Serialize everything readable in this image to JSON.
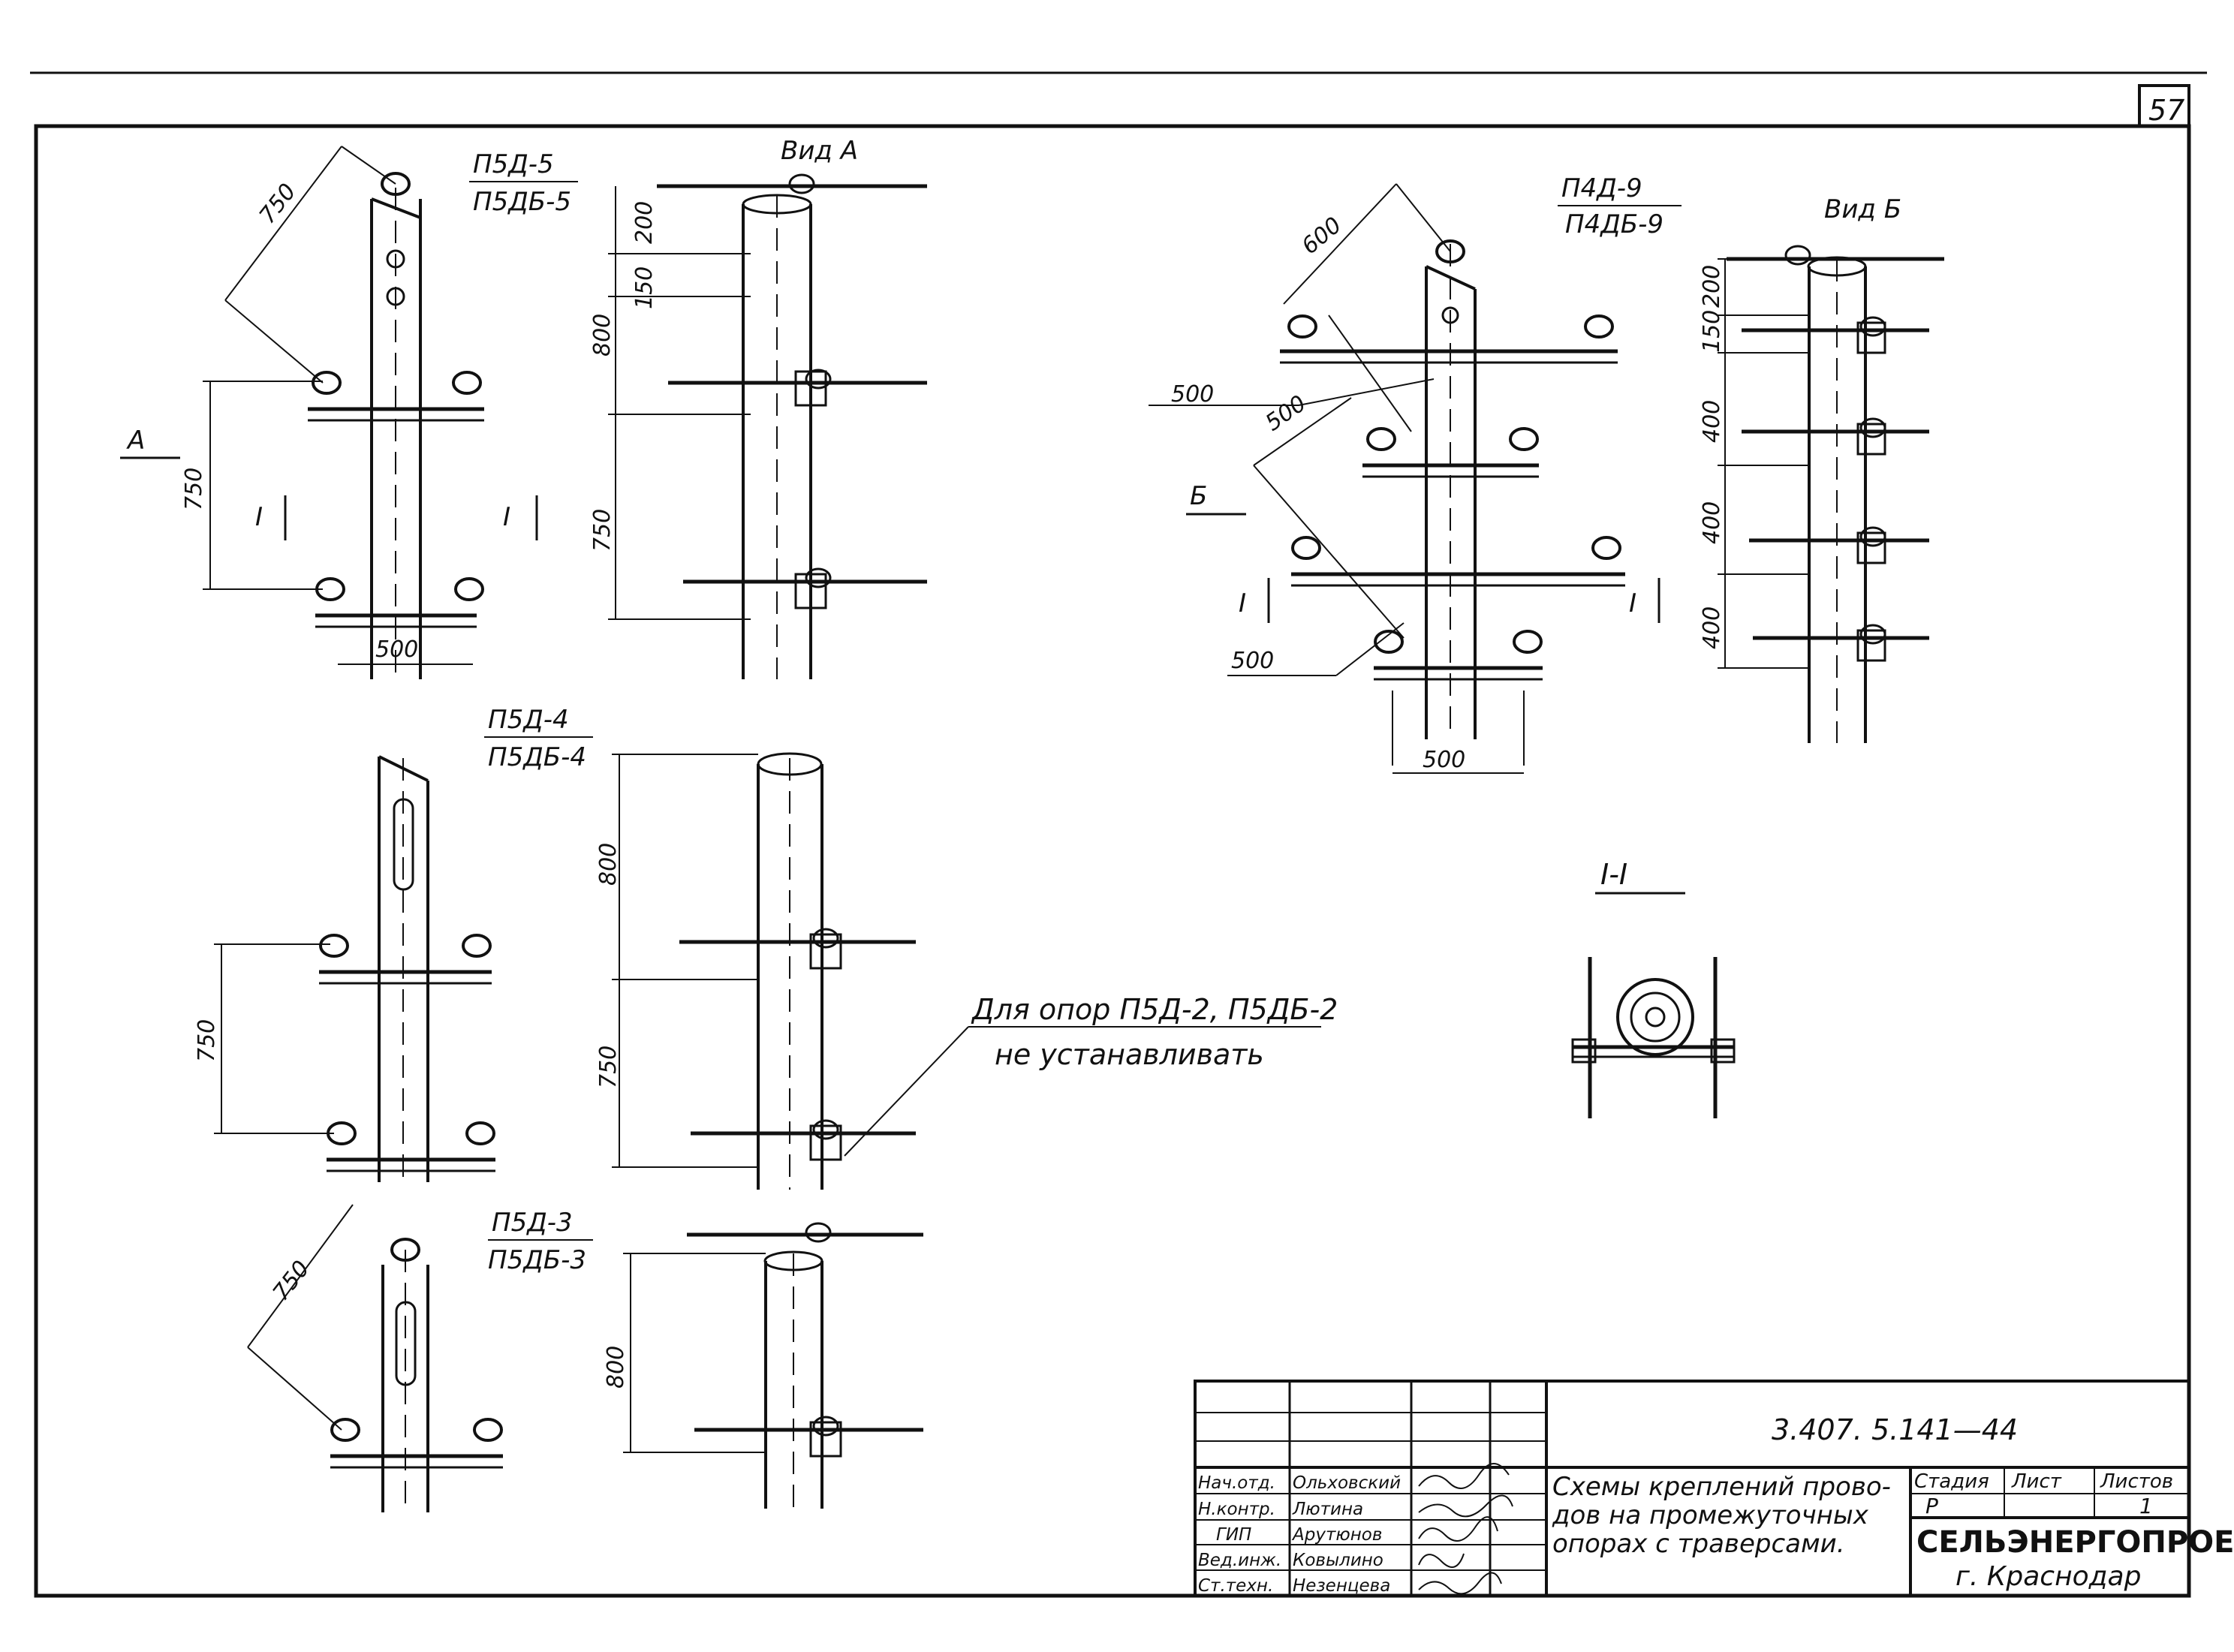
{
  "sheet": {
    "page_number": "57",
    "drawing_code": "3.407. 5.141—44",
    "drawing_title_line1": "Схемы креплений прово-",
    "drawing_title_line2": "дов на промежуточных",
    "drawing_title_line3": "опорах с траверсами.",
    "organization": "СЕЛЬЭНЕРГОПРОЕКТ",
    "city": "г. Краснодар"
  },
  "stamp": {
    "col_stage": "Стадия",
    "col_sheet": "Лист",
    "col_sheets": "Листов",
    "stage_value": "Р",
    "sheet_value": "",
    "sheets_value": "1",
    "rows": [
      {
        "role": "Нач.отд.",
        "name": "Ольховский"
      },
      {
        "role": "Н.контр.",
        "name": "Лютина"
      },
      {
        "role": "ГИП",
        "name": "Арутюнов"
      },
      {
        "role": "Вед.инж.",
        "name": "Ковылино"
      },
      {
        "role": "Ст.техн.",
        "name": "Незенцева"
      }
    ]
  },
  "views": {
    "p5d5_top": "П5Д-5",
    "p5d5_bottom": "П5ДБ-5",
    "view_a": "Вид А",
    "p5d4_top": "П5Д-4",
    "p5d4_bottom": "П5ДБ-4",
    "p5d3_top": "П5Д-3",
    "p5d3_bottom": "П5ДБ-3",
    "p4d9_top": "П4Д-9",
    "p4d9_bottom": "П4ДБ-9",
    "view_b": "Вид Б",
    "section": "I-I",
    "arrow_a": "А",
    "arrow_b": "Б",
    "sec_mark": "I",
    "note_line1": "Для опор П5Д-2, П5ДБ-2",
    "note_line2": "не устанавливать"
  },
  "dims": {
    "d750": "750",
    "d500": "500",
    "d200": "200",
    "d150": "150",
    "d800": "800",
    "d600": "600",
    "d400": "400"
  }
}
